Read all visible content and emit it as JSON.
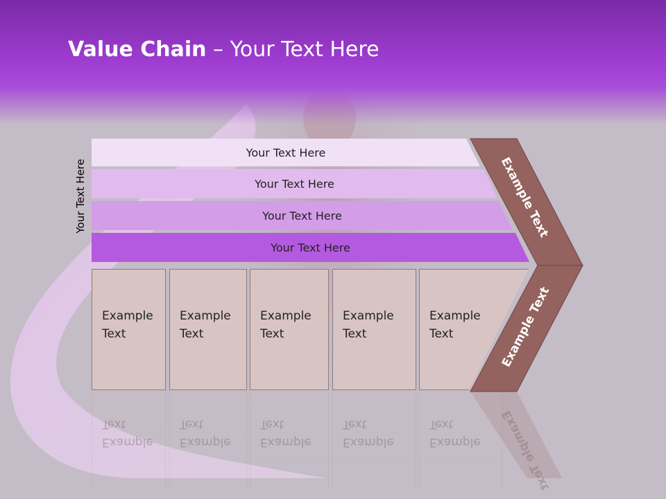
{
  "title": {
    "bold": "Value Chain",
    "rest": " – Your Text Here"
  },
  "side_label": "Your Text Here",
  "bands": [
    {
      "label": "Your Text Here",
      "color": "#f1e1f6"
    },
    {
      "label": "Your Text Here",
      "color": "#e2bbee"
    },
    {
      "label": "Your Text Here",
      "color": "#d49de8"
    },
    {
      "label": "Your Text Here",
      "color": "#b45ae0"
    }
  ],
  "cells": [
    {
      "line1": "Example",
      "line2": "Text"
    },
    {
      "line1": "Example",
      "line2": "Text"
    },
    {
      "line1": "Example",
      "line2": "Text"
    },
    {
      "line1": "Example",
      "line2": "Text"
    },
    {
      "line1": "Example",
      "line2": "Text"
    }
  ],
  "chevron": {
    "upper_label": "Example Text",
    "lower_label": "Example Text",
    "color": "#94625f"
  },
  "colors": {
    "header": "#a23fd6",
    "background": "#c4bcc6",
    "cell": "#d7c4c3"
  }
}
